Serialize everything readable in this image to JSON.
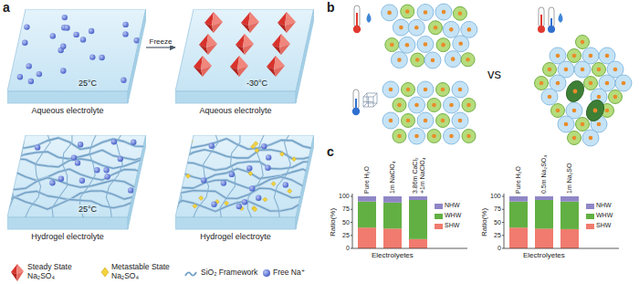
{
  "diagram": {
    "nodes": [
      {
        "text": [
          "25°C",
          "Aqueous electrolyte"
        ]
      },
      {
        "text": [
          "-30°C",
          "Aqueous electrolyte"
        ]
      },
      {
        "text": [
          "25°C",
          "Hydrogel electrolyte"
        ]
      },
      {
        "text": [
          "Hydrogel electroyte"
        ]
      }
    ],
    "edges": [
      {
        "from": 0,
        "to": 1,
        "label": "Freeze",
        "arrow": "to"
      }
    ],
    "labels": [
      "a",
      "b",
      "vs",
      "c",
      "Ratio(%)",
      "100",
      "75",
      "50",
      "25",
      "0",
      "Pure H₂O",
      "1m NaClO₄",
      "3.86m CaCl₂ +1m NaClO₄",
      "Electrolyetes",
      "Ratio(%)",
      "100",
      "75",
      "50",
      "25",
      "0",
      "Pure H₂O",
      "0.5m Na₂SO₄",
      "1m Na₂SO",
      "Electrolyetes"
    ],
    "legend": [
      {
        "text": "Steady State Na₂SO₄"
      },
      {
        "text": "Metastable State Na₂SO₄"
      },
      {
        "text": "SiO₂ Framework"
      },
      {
        "text": "Free Na⁺"
      },
      {
        "text": "NHW",
        "color": "#8f86c6"
      },
      {
        "text": "WHW",
        "color": "#62b043"
      },
      {
        "text": "SHW",
        "color": "#f07b6e"
      },
      {
        "text": "NHW",
        "color": "#8f86c6"
      },
      {
        "text": "WHW",
        "color": "#62b043"
      },
      {
        "text": "SHW",
        "color": "#f07b6e"
      }
    ]
  }
}
